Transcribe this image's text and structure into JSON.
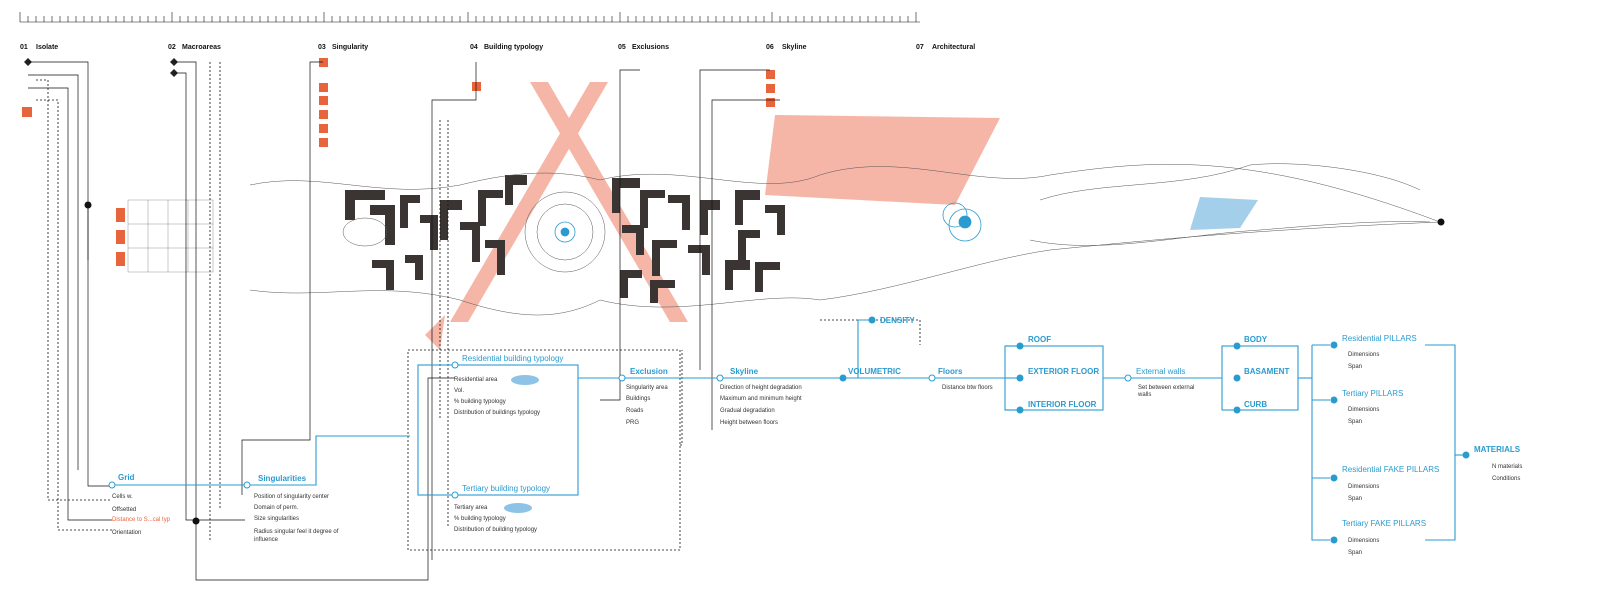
{
  "phases": [
    {
      "num": "01",
      "title": "Isolate"
    },
    {
      "num": "02",
      "title": "Macroareas"
    },
    {
      "num": "03",
      "title": "Singularity"
    },
    {
      "num": "04",
      "title": "Building typology"
    },
    {
      "num": "05",
      "title": "Exclusions"
    },
    {
      "num": "06",
      "title": "Skyline"
    },
    {
      "num": "07",
      "title": "Architectural"
    }
  ],
  "grid": {
    "title": "Grid",
    "items": [
      "Cells w.",
      "Offsetted",
      "Distance to S...cal typ",
      "Orientation"
    ]
  },
  "singularities": {
    "title": "Singularities",
    "items": [
      "Position of singularity center",
      "Domain of perm.",
      "Size singularities",
      "Radius singular feel it degree of influence"
    ]
  },
  "residential": {
    "title": "Residential building typology",
    "items": [
      "Residential area",
      "Vol.",
      "% building typology",
      "Distribution of buildings typology"
    ]
  },
  "tertiary": {
    "title": "Tertiary building typology",
    "items": [
      "Tertiary area",
      "% building typology",
      "Distribution of building typology"
    ]
  },
  "exclusion": {
    "title": "Exclusion",
    "items": [
      "Singularity area",
      "Buildings",
      "Roads",
      "PRG"
    ]
  },
  "skyline": {
    "title": "Skyline",
    "items": [
      "Direction of height degradation",
      "Maximum and minimum height",
      "Gradual degradation",
      "Height between floors"
    ]
  },
  "volumetric": "VOLUMETRIC",
  "density": "DENSITY",
  "floors": {
    "title": "Floors",
    "item": "Distance btw floors"
  },
  "floor_group": [
    "ROOF",
    "EXTERIOR FLOOR",
    "INTERIOR FLOOR"
  ],
  "external_walls": {
    "title": "External walls",
    "item": "Set between external walls"
  },
  "body_group": [
    "BODY",
    "BASAMENT",
    "CURB"
  ],
  "pillars": [
    {
      "title": "Residential PILLARS",
      "items": [
        "Dimensions",
        "Span"
      ]
    },
    {
      "title": "Tertiary PILLARS",
      "items": [
        "Dimensions",
        "Span"
      ]
    },
    {
      "title": "Residential FAKE PILLARS",
      "items": [
        "Dimensions",
        "Span"
      ]
    },
    {
      "title": "Tertiary FAKE PILLARS",
      "items": [
        "Dimensions",
        "Span"
      ]
    }
  ],
  "materials": {
    "title": "MATERIALS",
    "items": [
      "N materials",
      "Conditions"
    ]
  },
  "colors": {
    "accent": "#2a9bd0",
    "orange": "#e8643c",
    "salmon": "#f4a998",
    "dark": "#3a3533",
    "lightblue": "#8cc3e6"
  }
}
